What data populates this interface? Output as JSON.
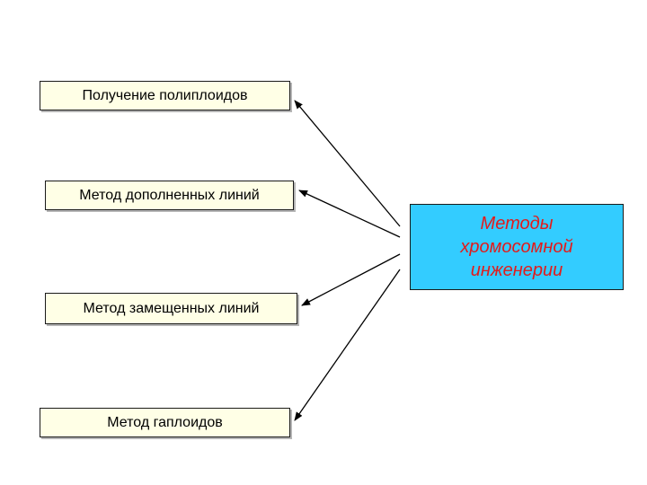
{
  "center": {
    "lines": [
      "Методы",
      "хромосомной",
      "инженерии"
    ],
    "text_color": "#e21b1b",
    "fill": "#33ccff"
  },
  "methods": [
    {
      "label": "Получение полиплоидов"
    },
    {
      "label": "Метод дополненных линий"
    },
    {
      "label": "Метод замещенных линий"
    },
    {
      "label": "Метод гаплоидов"
    }
  ],
  "box_fill": "#ffffe6",
  "arrow_color": "#000000"
}
